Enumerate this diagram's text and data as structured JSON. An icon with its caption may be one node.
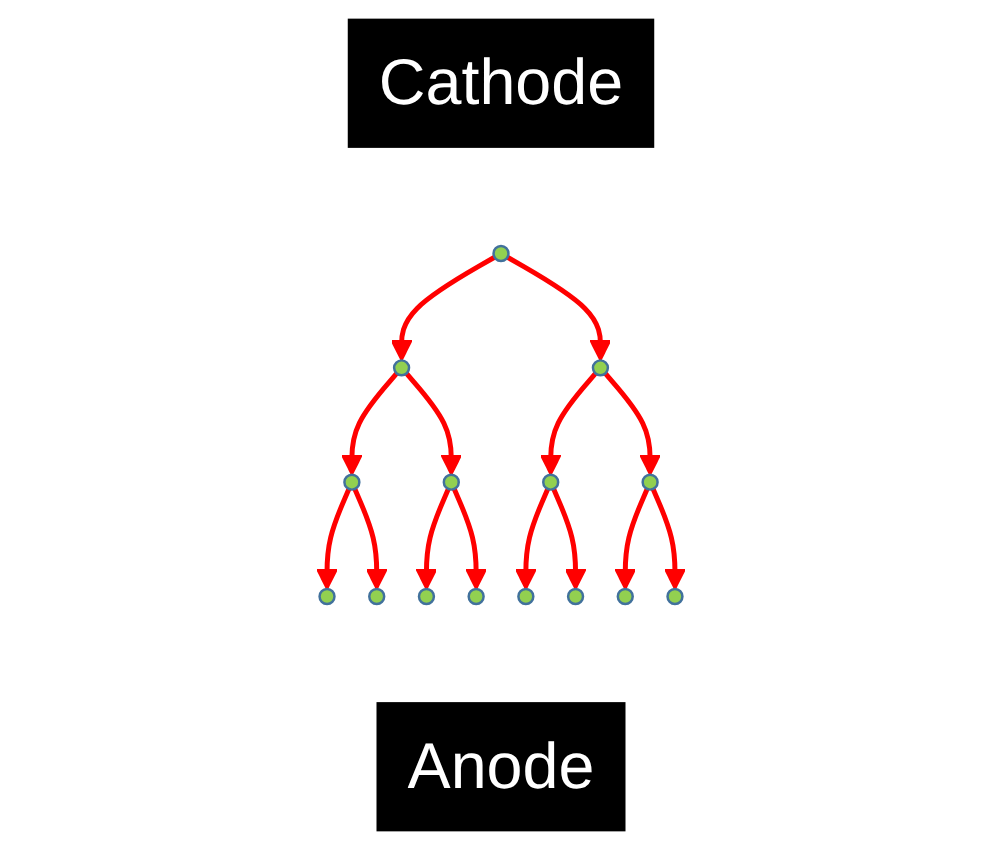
{
  "diagram": {
    "nodes": [
      {
        "text": [
          "Cathode"
        ]
      },
      {
        "text": [],
        "shape": "circle"
      },
      {
        "text": [],
        "shape": "circle"
      },
      {
        "text": [],
        "shape": "circle"
      },
      {
        "text": [],
        "shape": "circle"
      },
      {
        "text": [],
        "shape": "circle"
      },
      {
        "text": [],
        "shape": "circle"
      },
      {
        "text": [],
        "shape": "circle"
      },
      {
        "text": [],
        "shape": "circle"
      },
      {
        "text": [],
        "shape": "circle"
      },
      {
        "text": [],
        "shape": "circle"
      },
      {
        "text": [],
        "shape": "circle"
      },
      {
        "text": [],
        "shape": "circle"
      },
      {
        "text": [],
        "shape": "circle"
      },
      {
        "text": [],
        "shape": "circle"
      },
      {
        "text": [],
        "shape": "circle"
      },
      {
        "text": [
          "Anode"
        ]
      }
    ],
    "edges": [
      {
        "from": 1,
        "to": 2,
        "arrow": "to"
      },
      {
        "from": 1,
        "to": 3,
        "arrow": "to"
      },
      {
        "from": 2,
        "to": 4,
        "arrow": "to"
      },
      {
        "from": 2,
        "to": 5,
        "arrow": "to"
      },
      {
        "from": 3,
        "to": 6,
        "arrow": "to"
      },
      {
        "from": 3,
        "to": 7,
        "arrow": "to"
      },
      {
        "from": 4,
        "to": 8,
        "arrow": "to"
      },
      {
        "from": 4,
        "to": 9,
        "arrow": "to"
      },
      {
        "from": 5,
        "to": 10,
        "arrow": "to"
      },
      {
        "from": 5,
        "to": 11,
        "arrow": "to"
      },
      {
        "from": 6,
        "to": 12,
        "arrow": "to"
      },
      {
        "from": 6,
        "to": 13,
        "arrow": "to"
      },
      {
        "from": 7,
        "to": 14,
        "arrow": "to"
      },
      {
        "from": 7,
        "to": 15,
        "arrow": "to"
      }
    ]
  }
}
